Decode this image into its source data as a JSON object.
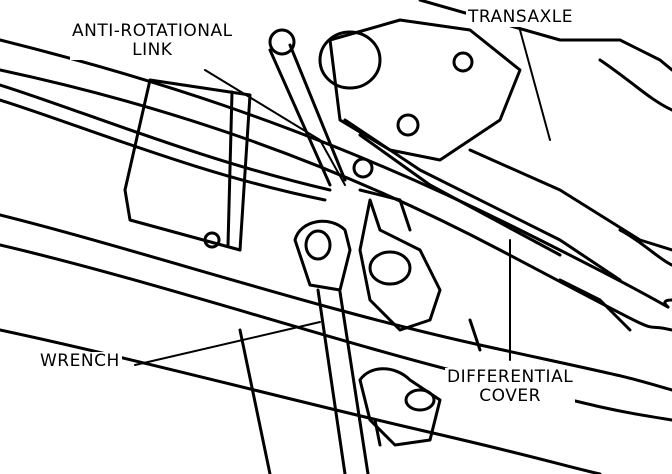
{
  "labels": {
    "anti_rotational_line1": "ANTI-ROTATIONAL",
    "anti_rotational_line2": "LINK",
    "transaxle": "TRANSAXLE",
    "wrench": "WRENCH",
    "differential_line1": "DIFFERENTIAL",
    "differential_line2": "COVER"
  },
  "colors": {
    "ink": "#000000",
    "paper": "#ffffff"
  }
}
